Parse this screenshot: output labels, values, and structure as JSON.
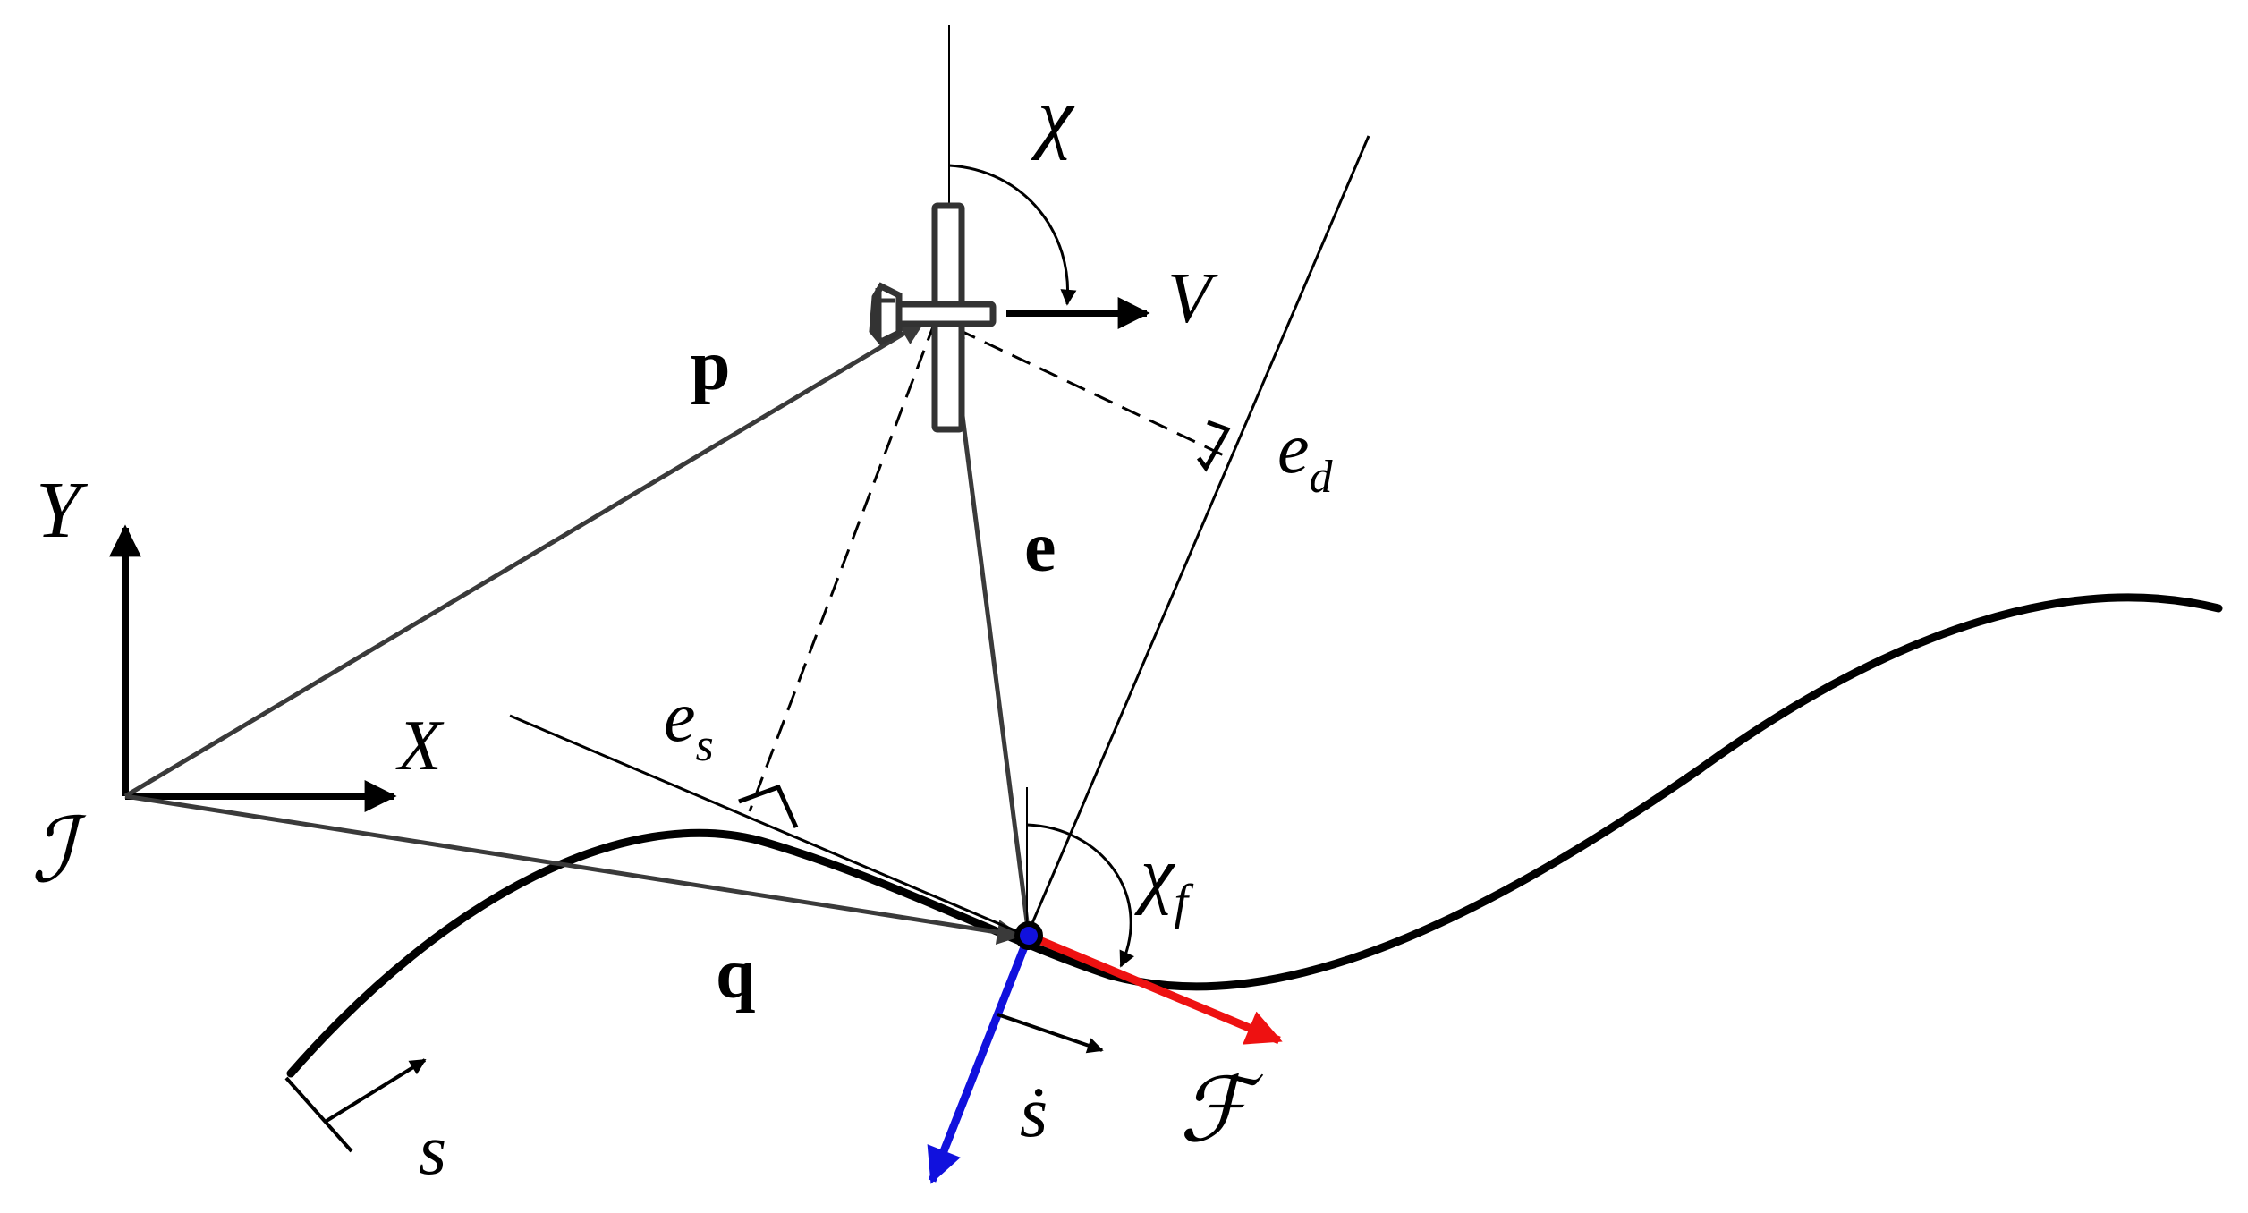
{
  "labels": {
    "chi": "χ",
    "v": "V",
    "p": "p",
    "e_d_base": "e",
    "e_d_sub": "d",
    "y_axis": "Y",
    "x_axis": "X",
    "e": "e",
    "e_s_base": "e",
    "e_s_sub": "s",
    "inertial_frame": "ℐ",
    "chi_f_base": "χ",
    "chi_f_sub": "f",
    "q": "q",
    "s_dot": "ṡ",
    "frenet_frame": "ℱ",
    "s": "s"
  },
  "colors": {
    "ink": "#000000",
    "vector_gray": "#3a3a3a",
    "frenet_tangent": "#ee1111",
    "frenet_normal": "#1111dd"
  }
}
